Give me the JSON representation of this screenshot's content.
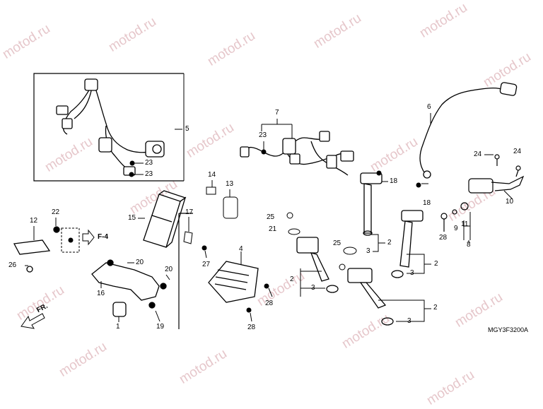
{
  "watermark": "motod.ru",
  "diagram_code": "MGY3F3200A",
  "ref_label": "F-4",
  "front_label": "FR.",
  "callouts": {
    "c1": "1",
    "c2a": "2",
    "c2b": "2",
    "c2c": "2",
    "c2d": "2",
    "c3a": "3",
    "c3b": "3",
    "c3c": "3",
    "c3d": "3",
    "c4": "4",
    "c5": "5",
    "c6": "6",
    "c7": "7",
    "c8": "8",
    "c9": "9",
    "c10": "10",
    "c11": "11",
    "c12": "12",
    "c13": "13",
    "c14": "14",
    "c15": "15",
    "c16": "16",
    "c17": "17",
    "c18a": "18",
    "c18b": "18",
    "c19": "19",
    "c20a": "20",
    "c20b": "20",
    "c21": "21",
    "c22": "22",
    "c23a": "23",
    "c23b": "23",
    "c23c": "23",
    "c24a": "24",
    "c24b": "24",
    "c25a": "25",
    "c25b": "25",
    "c26": "26",
    "c27": "27",
    "c28a": "28",
    "c28b": "28",
    "c28c": "28"
  }
}
